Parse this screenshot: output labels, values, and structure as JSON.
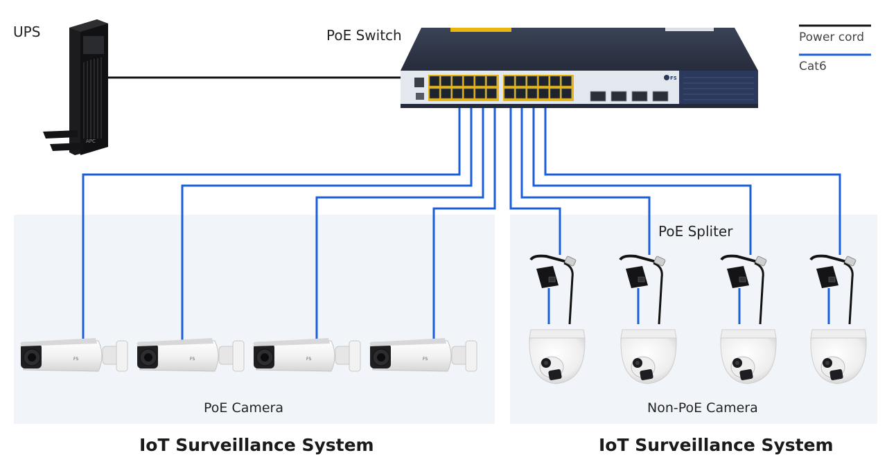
{
  "devices": {
    "ups_label": "UPS",
    "switch_label": "PoE Switch",
    "switch_logo": "FS",
    "splitter_label": "PoE Spliter"
  },
  "legend": {
    "power_label": "Power cord",
    "power_color": "#111111",
    "cat6_label": "Cat6",
    "cat6_color": "#1a5fd8"
  },
  "groups": [
    {
      "camera_label": "PoE Camera",
      "title": "IoT Surveillance System",
      "camera_type": "bullet",
      "count": 4
    },
    {
      "camera_label": "Non-PoE Camera",
      "title": "IoT Surveillance System",
      "camera_type": "dome",
      "count": 4
    }
  ],
  "colors": {
    "panel": "#f1f5f9",
    "switch_body": "#2d3446",
    "switch_front": "#e3e7ee",
    "port_accent": "#e8b60f",
    "camera_body": "#f4f4f4"
  }
}
